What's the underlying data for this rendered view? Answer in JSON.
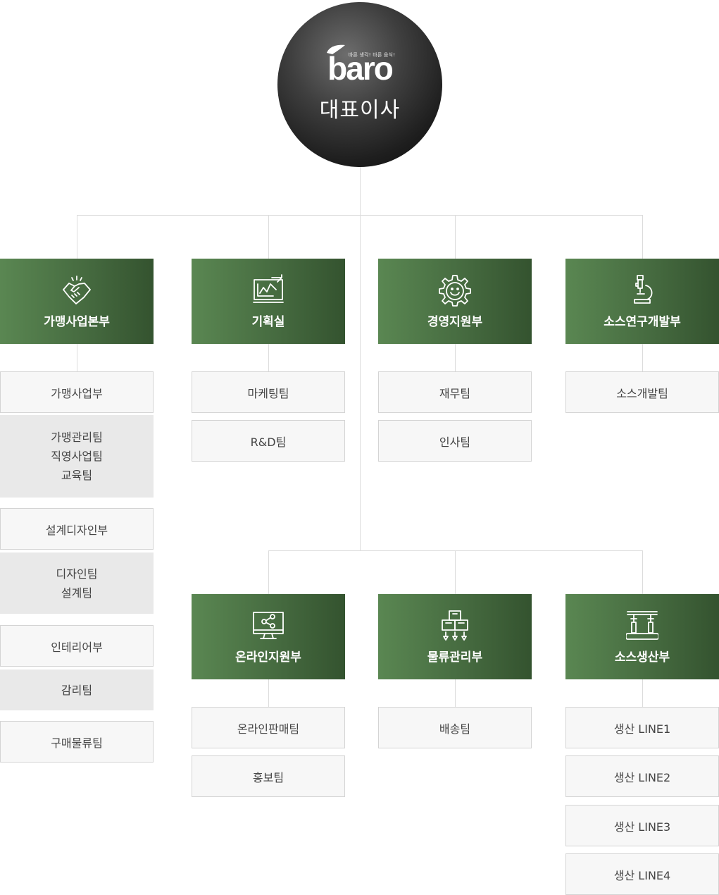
{
  "ceo": {
    "logo_text": "baro",
    "tagline": "바른 생각! 바른 음식!",
    "title": "대표이사"
  },
  "departments": [
    {
      "id": "franchise",
      "label": "가맹사업본부",
      "icon": "handshake-icon"
    },
    {
      "id": "planning",
      "label": "기획실",
      "icon": "chart-board-icon"
    },
    {
      "id": "management",
      "label": "경영지원부",
      "icon": "gear-smile-icon"
    },
    {
      "id": "sauce-rnd",
      "label": "소스연구개발부",
      "icon": "microscope-icon"
    },
    {
      "id": "online",
      "label": "온라인지원부",
      "icon": "monitor-share-icon"
    },
    {
      "id": "logistics",
      "label": "물류관리부",
      "icon": "boxes-icon"
    },
    {
      "id": "sauce-production",
      "label": "소스생산부",
      "icon": "conveyor-icon"
    }
  ],
  "franchise": {
    "groups": [
      {
        "title": "가맹사업부",
        "teams": [
          "가맹관리팀",
          "직영사업팀",
          "교육팀"
        ]
      },
      {
        "title": "설계디자인부",
        "teams": [
          "디자인팀",
          "설계팀"
        ]
      },
      {
        "title": "인테리어부",
        "teams": [
          "감리팀"
        ]
      },
      {
        "title": "구매물류팀",
        "teams": []
      }
    ]
  },
  "planning_teams": [
    "마케팅팀",
    "R&D팀"
  ],
  "management_teams": [
    "재무팀",
    "인사팀"
  ],
  "sauce_rnd_teams": [
    "소스개발팀"
  ],
  "online_teams": [
    "온라인판매팀",
    "홍보팀"
  ],
  "logistics_teams": [
    "배송팀"
  ],
  "sauce_production_teams": [
    "생산 LINE1",
    "생산 LINE2",
    "생산 LINE3",
    "생산 LINE4"
  ]
}
